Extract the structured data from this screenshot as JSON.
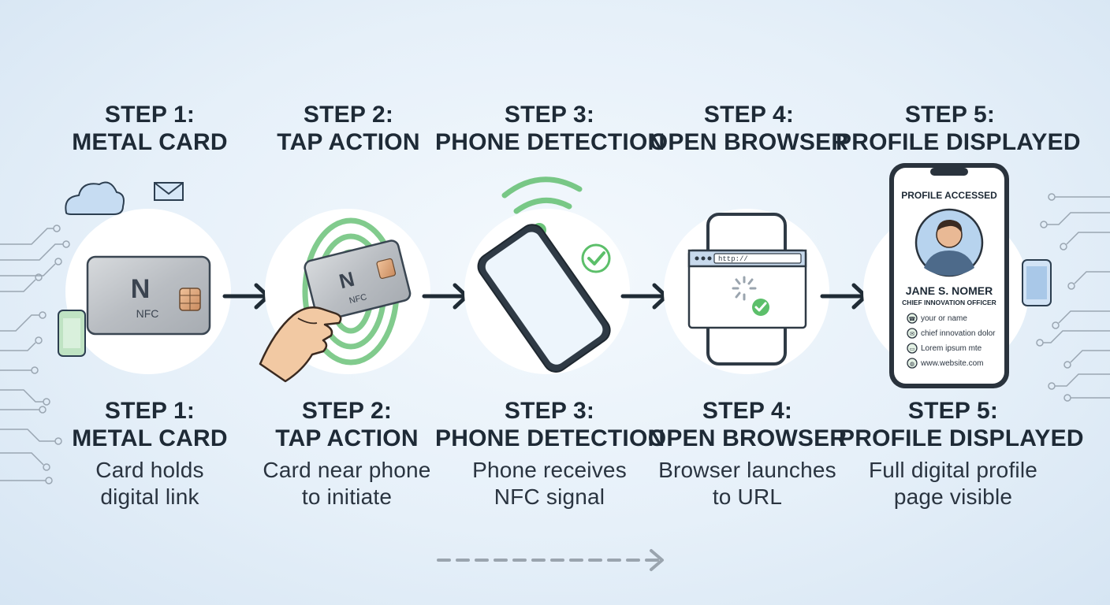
{
  "steps": [
    {
      "title_line1": "STEP 1:",
      "title_line2": "METAL CARD",
      "desc_line1": "Card holds",
      "desc_line2": "digital link"
    },
    {
      "title_line1": "STEP 2:",
      "title_line2": "TAP ACTION",
      "desc_line1": "Card near phone",
      "desc_line2": "to initiate"
    },
    {
      "title_line1": "STEP 3:",
      "title_line2": "PHONE DETECTION",
      "desc_line1": "Phone receives",
      "desc_line2": "NFC signal"
    },
    {
      "title_line1": "STEP 4:",
      "title_line2": "OPEN BROWSER",
      "desc_line1": "Browser launches",
      "desc_line2": "to URL"
    },
    {
      "title_line1": "STEP 5:",
      "title_line2": "PROFILE DISPLAYED",
      "desc_line1": "Full digital profile",
      "desc_line2": "page visible"
    }
  ],
  "card": {
    "nfc_label": "NFC"
  },
  "browser": {
    "url": "http://"
  },
  "profile": {
    "header": "PROFILE ACCESSED",
    "name": "JANE S. NOMER",
    "role": "CHIEF INNOVATION OFFICER",
    "fields": [
      {
        "icon": "phone-icon",
        "text": "your or name"
      },
      {
        "icon": "chat-icon",
        "text": "chief innovation dolor"
      },
      {
        "icon": "id-card-icon",
        "text": "Lorem ipsum mte"
      },
      {
        "icon": "globe-icon",
        "text": "www.website.com"
      }
    ]
  },
  "colors": {
    "accent_green": "#5cbf6a",
    "dark": "#1e2a36",
    "arrow": "#1f2b35"
  }
}
